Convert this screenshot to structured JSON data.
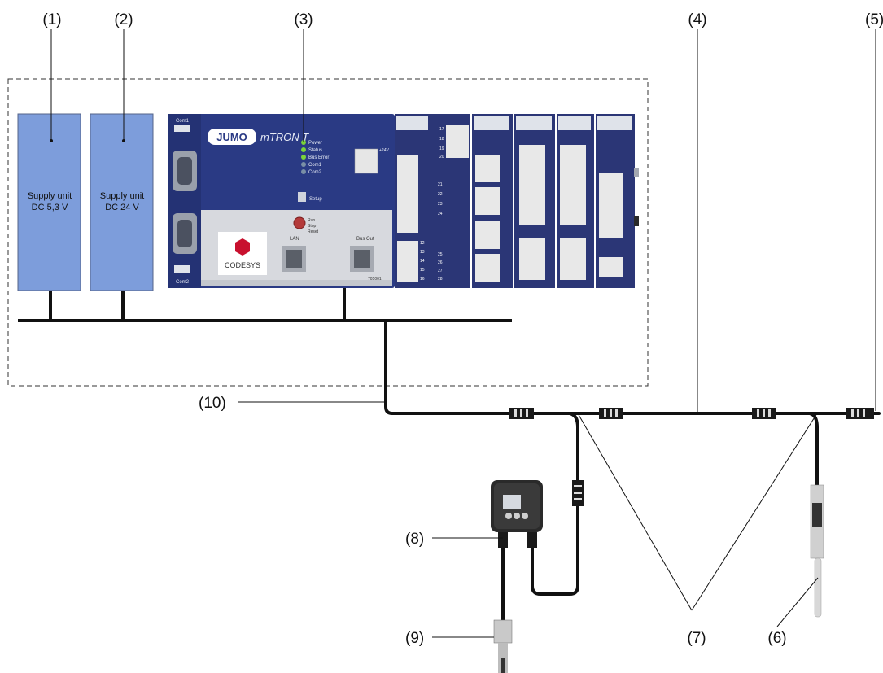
{
  "callouts": {
    "c1": "(1)",
    "c2": "(2)",
    "c3": "(3)",
    "c4": "(4)",
    "c5": "(5)",
    "c6": "(6)",
    "c7": "(7)",
    "c8": "(8)",
    "c9": "(9)",
    "c10": "(10)"
  },
  "supply_units": [
    {
      "line1": "Supply unit",
      "line2": "DC 5,3 V"
    },
    {
      "line1": "Supply unit",
      "line2": "DC 24 V"
    }
  ],
  "controller": {
    "brand": "JUMO",
    "model": "mTRON T",
    "software_logo": "CODESYS",
    "leds": [
      "Power",
      "Status",
      "Bus Error",
      "Com1",
      "Com2"
    ],
    "ports": {
      "com1": "Com1",
      "com2": "Com2",
      "setup": "Setup",
      "lan": "LAN",
      "bus_out": "Bus Out"
    },
    "run_labels": [
      "Run",
      "Stop",
      "Reset"
    ],
    "article_no": "705001",
    "power_label": "+24V"
  },
  "io_terminals": [
    "17",
    "18",
    "19",
    "20",
    "21",
    "22",
    "23",
    "24",
    "25",
    "26",
    "27",
    "28",
    "12",
    "13",
    "14",
    "15",
    "16"
  ],
  "colors": {
    "supply_fill": "#7d9ddb",
    "controller_blue": "#2a3a84",
    "controller_panel": "#d7d9de",
    "module_blue": "#2b3676",
    "terminal_white": "#eeeeee",
    "cable": "#111111",
    "led_green": "#7ad33a",
    "codesys_red": "#c8102e"
  },
  "icons": [
    "terminal-block-icon",
    "connector-icon",
    "led-icon",
    "rj45-port-icon",
    "sub-d-port-icon",
    "usb-port-icon"
  ]
}
